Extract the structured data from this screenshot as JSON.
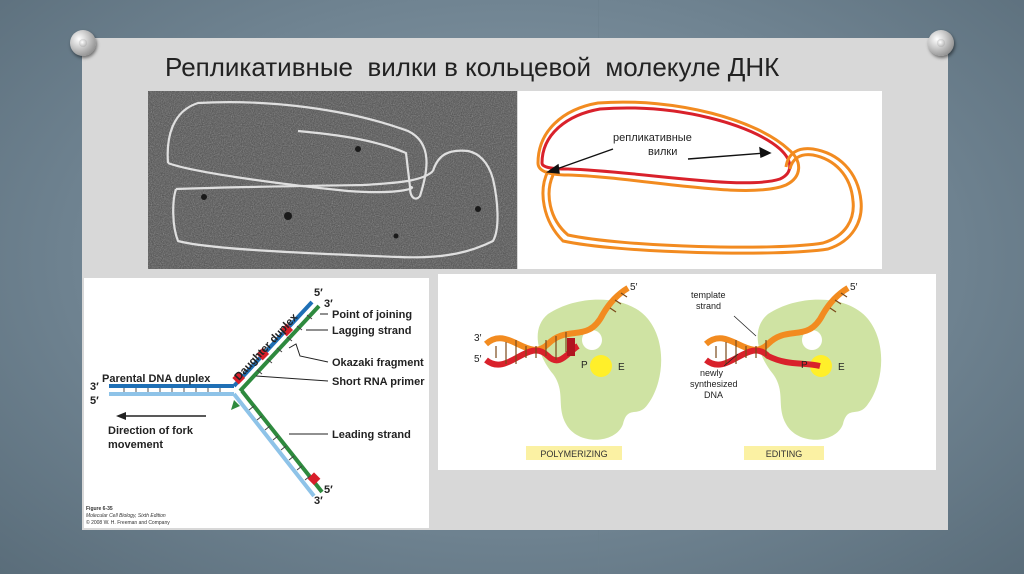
{
  "title": "Репликативные  вилки в кольцевой  молекуле ДНК",
  "loop_diagram": {
    "label_line1": "репликативные",
    "label_line2": "вилки"
  },
  "fork_diagram": {
    "daughter_duplex": "Daughter duplex",
    "parental": "Parental DNA duplex",
    "direction_line1": "Direction of fork",
    "direction_line2": "movement",
    "point_of_joining": "Point of joining",
    "lagging_strand": "Lagging strand",
    "okazaki": "Okazaki fragment",
    "rna_primer": "Short RNA primer",
    "leading_strand": "Leading strand",
    "end_5_top": "5′",
    "end_3_top": "3′",
    "end_3_left": "3′",
    "end_5_left": "5′",
    "end_5_bottom": "5′",
    "end_3_bottom": "3′",
    "caption_line1": "Figure 6-35",
    "caption_line2": "Molecular Cell Biology, Sixth Edition",
    "caption_line3": "© 2008 W. H. Freeman and Company"
  },
  "polymerase_diagram": {
    "end_5_top_left": "5′",
    "end_3_left": "3′",
    "end_5_left": "5′",
    "site_p": "P",
    "site_e": "E",
    "end_5_top_right": "5′",
    "template_line1": "template",
    "template_line2": "strand",
    "newly_line1": "newly",
    "newly_line2": "synthesized",
    "newly_line3": "DNA",
    "site_p2": "P",
    "site_e2": "E",
    "polymerizing": "POLYMERIZING",
    "editing": "EDITING"
  }
}
